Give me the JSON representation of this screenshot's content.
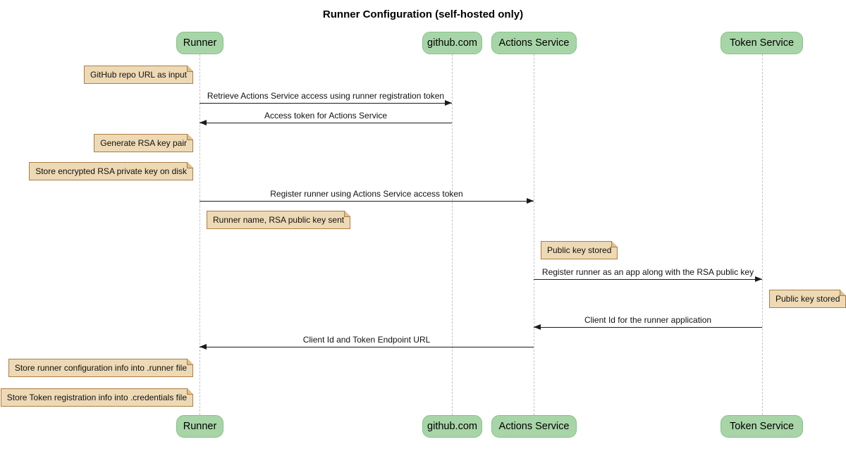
{
  "diagram": {
    "title": "Runner Configuration (self-hosted only)",
    "type": "sequence-diagram",
    "colors": {
      "background": "#ffffff",
      "actor_fill": "#a8d5a8",
      "actor_border": "#85c285",
      "note_fill": "#eed9b5",
      "note_border": "#ad7d45",
      "lifeline": "#c3c3c3",
      "message_line": "#1b1b1b"
    },
    "actors": [
      {
        "name": "Runner"
      },
      {
        "name": "github.com"
      },
      {
        "name": "Actions Service"
      },
      {
        "name": "Token Service"
      }
    ],
    "messages": [
      {
        "text": "Retrieve Actions Service access using runner registration token",
        "from": "Runner",
        "to": "github.com"
      },
      {
        "text": "Access token for Actions Service",
        "from": "github.com",
        "to": "Runner"
      },
      {
        "text": "Register runner using Actions Service access token",
        "from": "Runner",
        "to": "Actions Service"
      },
      {
        "text": "Register runner as an app along with the RSA public key",
        "from": "Actions Service",
        "to": "Token Service"
      },
      {
        "text": "Client Id for the runner application",
        "from": "Token Service",
        "to": "Actions Service"
      },
      {
        "text": "Client Id and Token Endpoint URL",
        "from": "Actions Service",
        "to": "Runner"
      }
    ],
    "notes": [
      {
        "text": "GitHub repo URL as input",
        "position": "left of Runner"
      },
      {
        "text": "Generate RSA key pair",
        "position": "left of Runner"
      },
      {
        "text": "Store encrypted RSA private key on disk",
        "position": "left of Runner"
      },
      {
        "text": "Runner name, RSA public key sent",
        "position": "right of Runner"
      },
      {
        "text": "Public key stored",
        "position": "right of Actions Service"
      },
      {
        "text": "Public key stored",
        "position": "right of Token Service"
      },
      {
        "text": "Store runner configuration info into .runner file",
        "position": "left of Runner"
      },
      {
        "text": "Store Token registration info into .credentials file",
        "position": "left of Runner"
      }
    ]
  }
}
